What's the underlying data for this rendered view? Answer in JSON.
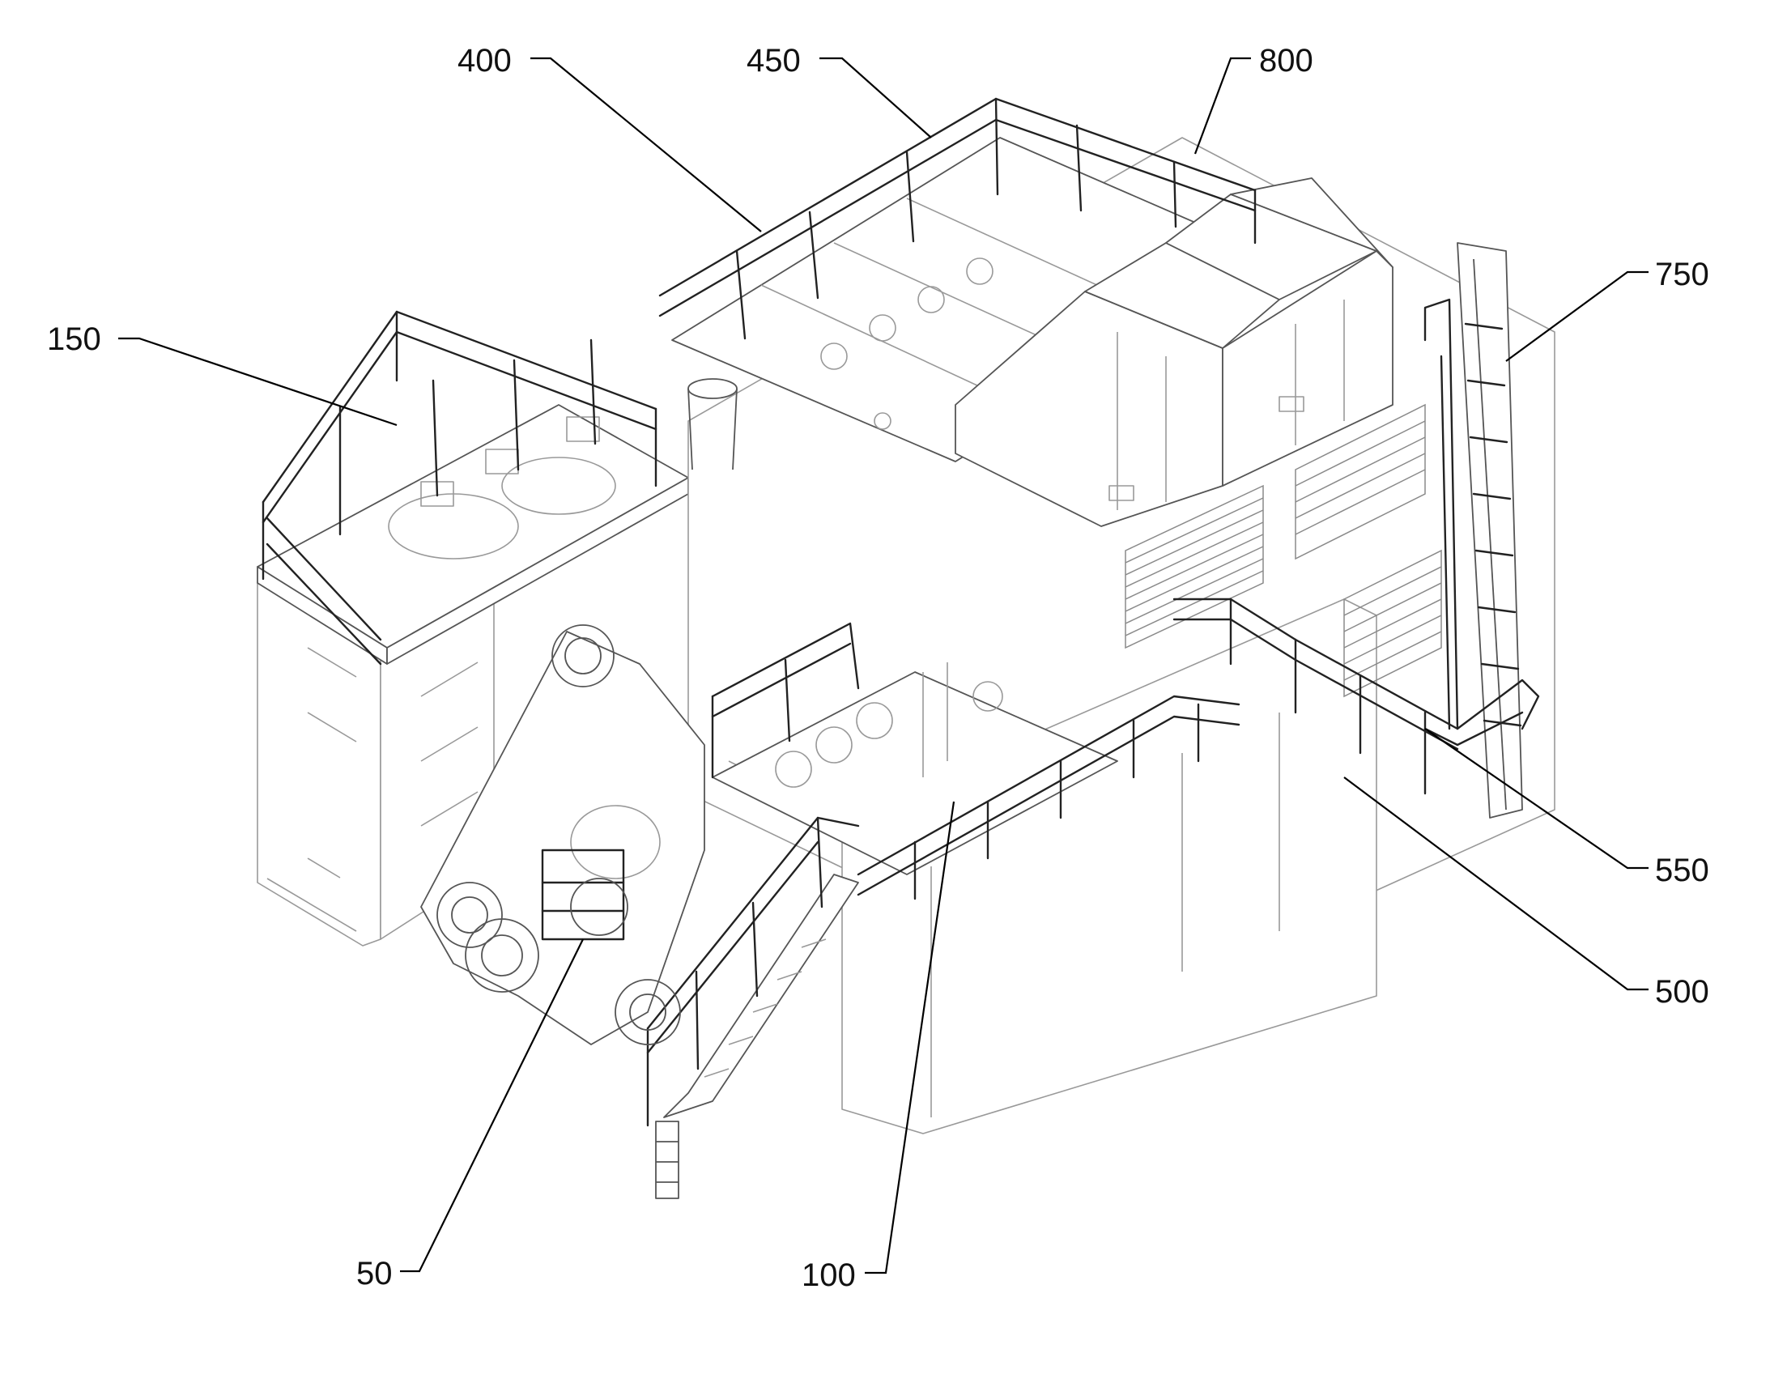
{
  "labels": {
    "l400": "400",
    "l450": "450",
    "l800": "800",
    "l150": "150",
    "l750": "750",
    "l550": "550",
    "l500": "500",
    "l50": "50",
    "l100": "100"
  },
  "colors": {
    "ink": "#222222",
    "paper": "#ffffff"
  }
}
